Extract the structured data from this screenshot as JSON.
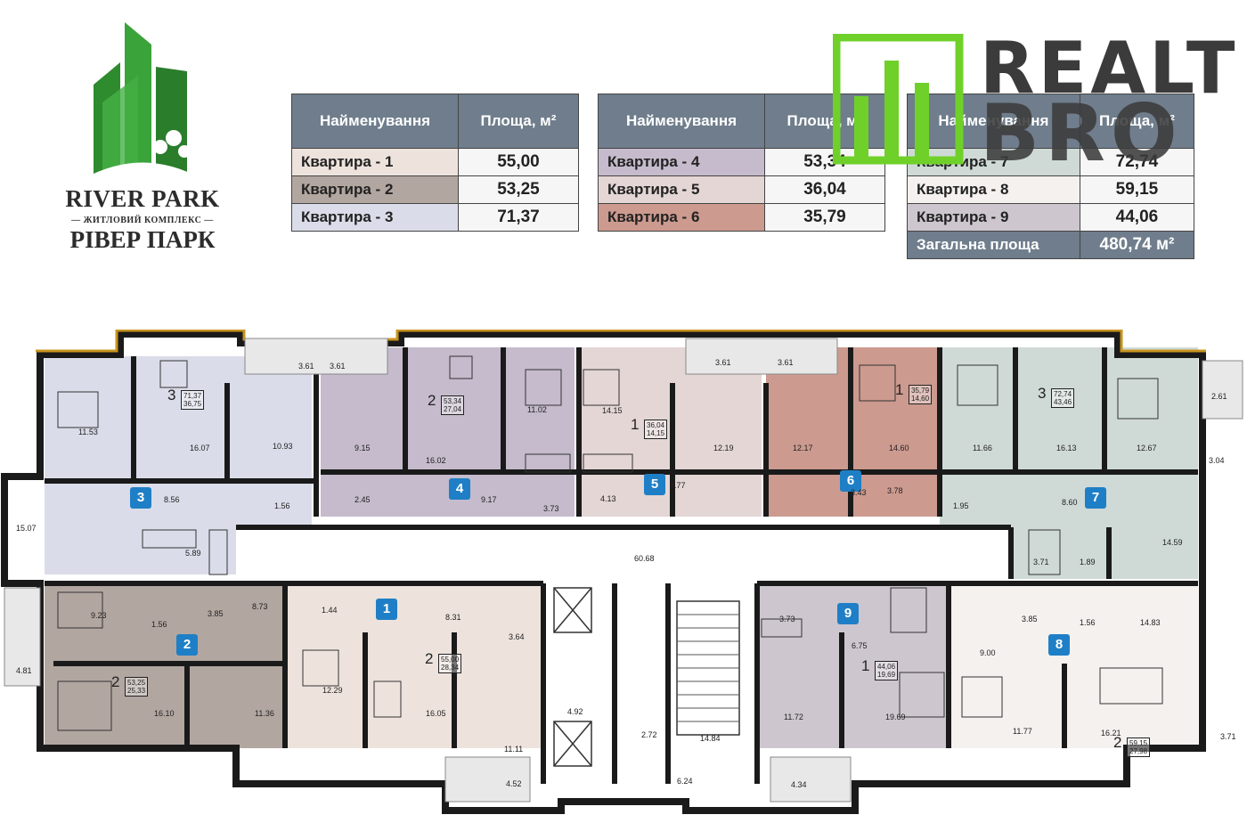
{
  "logo": {
    "name_en": "RIVER PARK",
    "subtitle": "— ЖИТЛОВИЙ КОМПЛЕКС —",
    "name_ua": "РІВЕР ПАРК",
    "color": "#3a9a3a"
  },
  "watermark": {
    "word1": "REALT",
    "word2": "BRO",
    "color": "#6fd02a"
  },
  "tables": [
    {
      "header": [
        "Найменування",
        "Площа, м²"
      ],
      "rows": [
        {
          "name": "Квартира - 1",
          "area": "55,00",
          "color": "#ede3dc"
        },
        {
          "name": "Квартира - 2",
          "area": "53,25",
          "color": "#b2a6a0"
        },
        {
          "name": "Квартира - 3",
          "area": "71,37",
          "color": "#dadde9"
        }
      ]
    },
    {
      "header": [
        "Найменування",
        "Площа, м²"
      ],
      "rows": [
        {
          "name": "Квартира - 4",
          "area": "53,34",
          "color": "#c5bbcc"
        },
        {
          "name": "Квартира - 5",
          "area": "36,04",
          "color": "#e3d6d4"
        },
        {
          "name": "Квартира - 6",
          "area": "35,79",
          "color": "#cc9a8f"
        }
      ]
    },
    {
      "header": [
        "Найменування",
        "Площа, м²"
      ],
      "rows": [
        {
          "name": "Квартира - 7",
          "area": "72,74",
          "color": "#cfdad6"
        },
        {
          "name": "Квартира - 8",
          "area": "59,15",
          "color": "#f4f1ef"
        },
        {
          "name": "Квартира - 9",
          "area": "44,06",
          "color": "#cdc6cf"
        }
      ],
      "total": {
        "name": "Загальна площа",
        "area": "480,74 м²"
      }
    }
  ],
  "plan": {
    "apartment_numbers": [
      "1",
      "2",
      "3",
      "4",
      "5",
      "6",
      "7",
      "8",
      "9"
    ],
    "infos": [
      {
        "rooms": "3",
        "total": "71,37",
        "living": "36,75"
      },
      {
        "rooms": "2",
        "total": "53,34",
        "living": "27,04"
      },
      {
        "rooms": "1",
        "total": "36,04",
        "living": "14,15"
      },
      {
        "rooms": "1",
        "total": "35,79",
        "living": "14,60"
      },
      {
        "rooms": "3",
        "total": "72,74",
        "living": "43,46"
      },
      {
        "rooms": "2",
        "total": "55,00",
        "living": "28,34"
      },
      {
        "rooms": "2",
        "total": "53,25",
        "living": "25,33"
      },
      {
        "rooms": "1",
        "total": "44,06",
        "living": "19,69"
      },
      {
        "rooms": "2",
        "total": "59,15",
        "living": "27,98"
      }
    ],
    "room_areas": [
      "3.61",
      "3.61",
      "3.61",
      "3.61",
      "2.61",
      "11.53",
      "16.07",
      "10.93",
      "9.15",
      "16.02",
      "11.02",
      "14.15",
      "12.19",
      "12.17",
      "14.60",
      "11.66",
      "16.13",
      "12.67",
      "3.04",
      "8.56",
      "1.56",
      "2.45",
      "9.17",
      "3.73",
      "4.13",
      "3.77",
      "3.43",
      "3.78",
      "1.95",
      "8.60",
      "15.07",
      "5.89",
      "60.68",
      "3.71",
      "1.89",
      "14.59",
      "9.23",
      "1.56",
      "3.85",
      "8.73",
      "1.44",
      "8.31",
      "3.64",
      "3.73",
      "6.75",
      "3.85",
      "1.56",
      "14.83",
      "4.81",
      "16.10",
      "11.36",
      "12.29",
      "16.05",
      "11.11",
      "4.92",
      "2.72",
      "14.84",
      "11.72",
      "19.69",
      "9.00",
      "11.77",
      "16.21",
      "3.71",
      "4.52",
      "6.24",
      "4.34"
    ]
  }
}
